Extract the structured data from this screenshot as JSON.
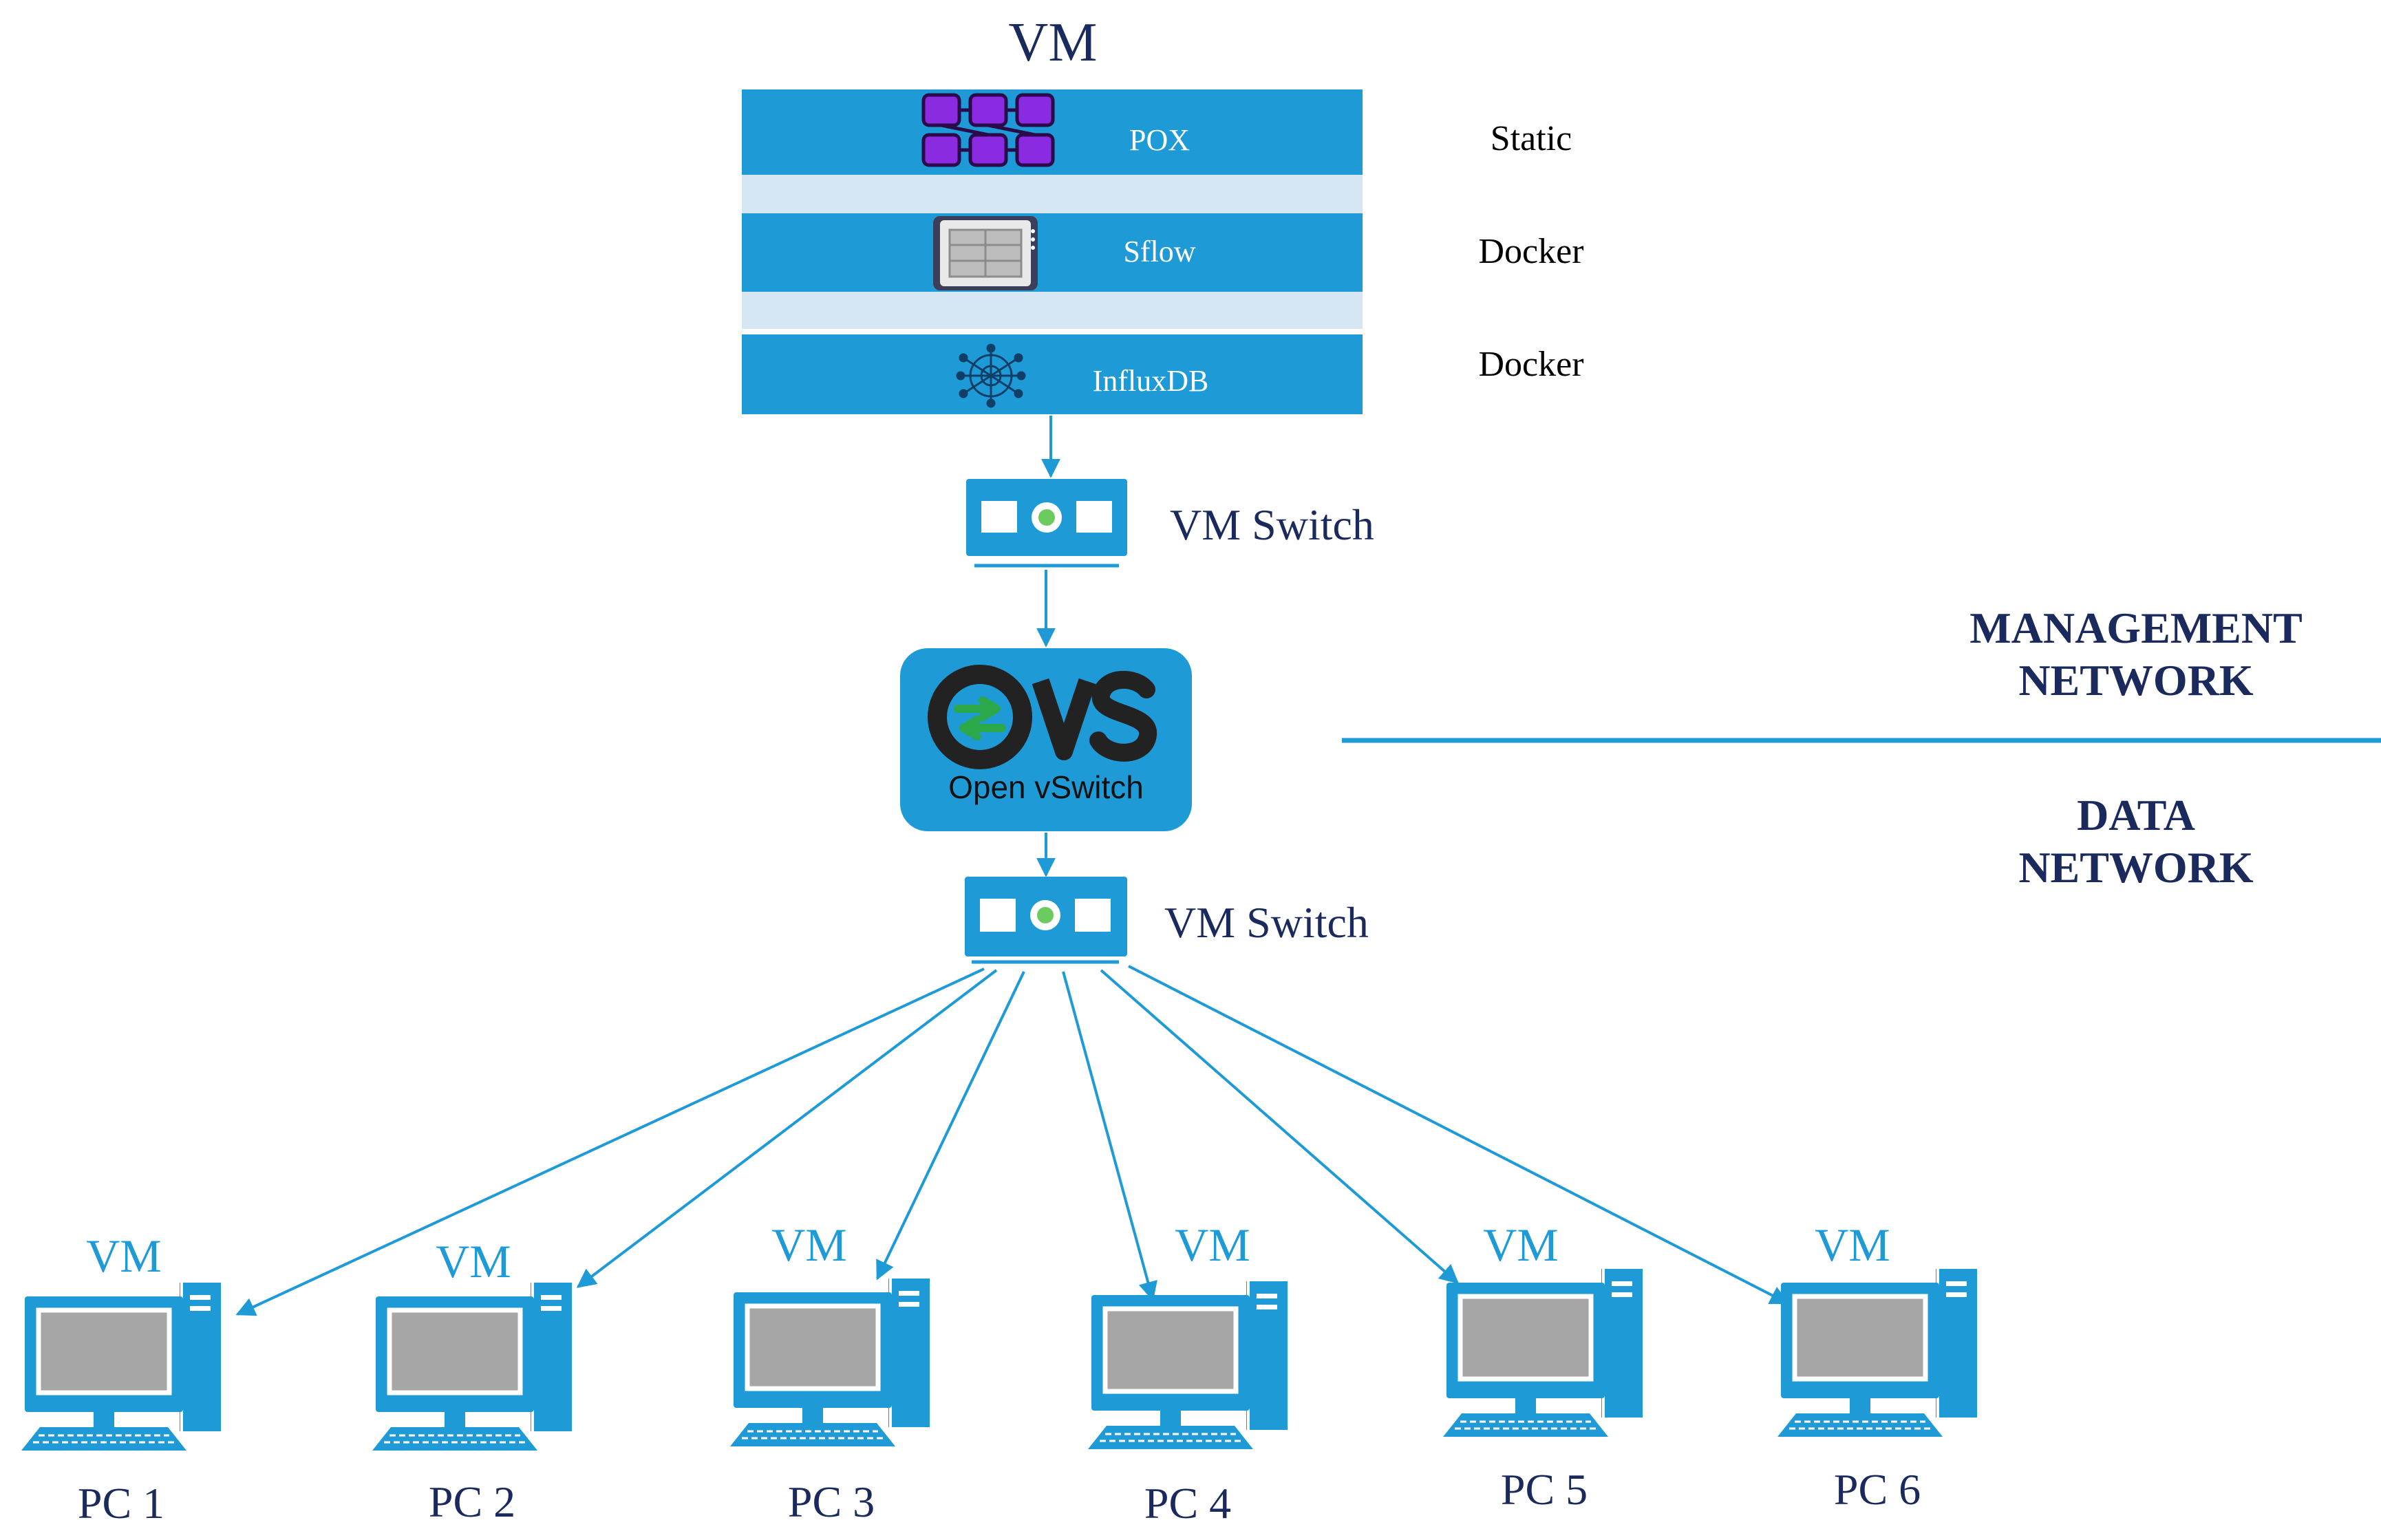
{
  "title": "VM",
  "stack": {
    "layers": [
      {
        "label": "POX",
        "runtime": "Static",
        "icon": "pox-logo-icon"
      },
      {
        "label": "Sflow",
        "runtime": "Docker",
        "icon": "sflow-device-icon"
      },
      {
        "label": "InfluxDB",
        "runtime": "Docker",
        "icon": "influxdb-logo-icon"
      }
    ]
  },
  "switch_top": {
    "label": "VM Switch"
  },
  "ovs": {
    "logo_text": "OvS",
    "subtitle": "Open vSwitch"
  },
  "switch_bottom": {
    "label": "VM Switch"
  },
  "zones": {
    "management": [
      "MANAGEMENT",
      "NETWORK"
    ],
    "data": [
      "DATA",
      "NETWORK"
    ]
  },
  "pcs": [
    {
      "vm_label": "VM",
      "name": "PC 1"
    },
    {
      "vm_label": "VM",
      "name": "PC 2"
    },
    {
      "vm_label": "VM",
      "name": "PC 3"
    },
    {
      "vm_label": "VM",
      "name": "PC 4"
    },
    {
      "vm_label": "VM",
      "name": "PC 5"
    },
    {
      "vm_label": "VM",
      "name": "PC 6"
    }
  ],
  "colors": {
    "primary": "#1E9BD7",
    "band": "#D6E6F2",
    "navy": "#1B2A5C",
    "screen": "#A6A6A6",
    "ovs_dark": "#222222",
    "ovs_green": "#2BA84A",
    "pox_purple": "#8A2BE2",
    "led_green": "#6CCB5F"
  }
}
